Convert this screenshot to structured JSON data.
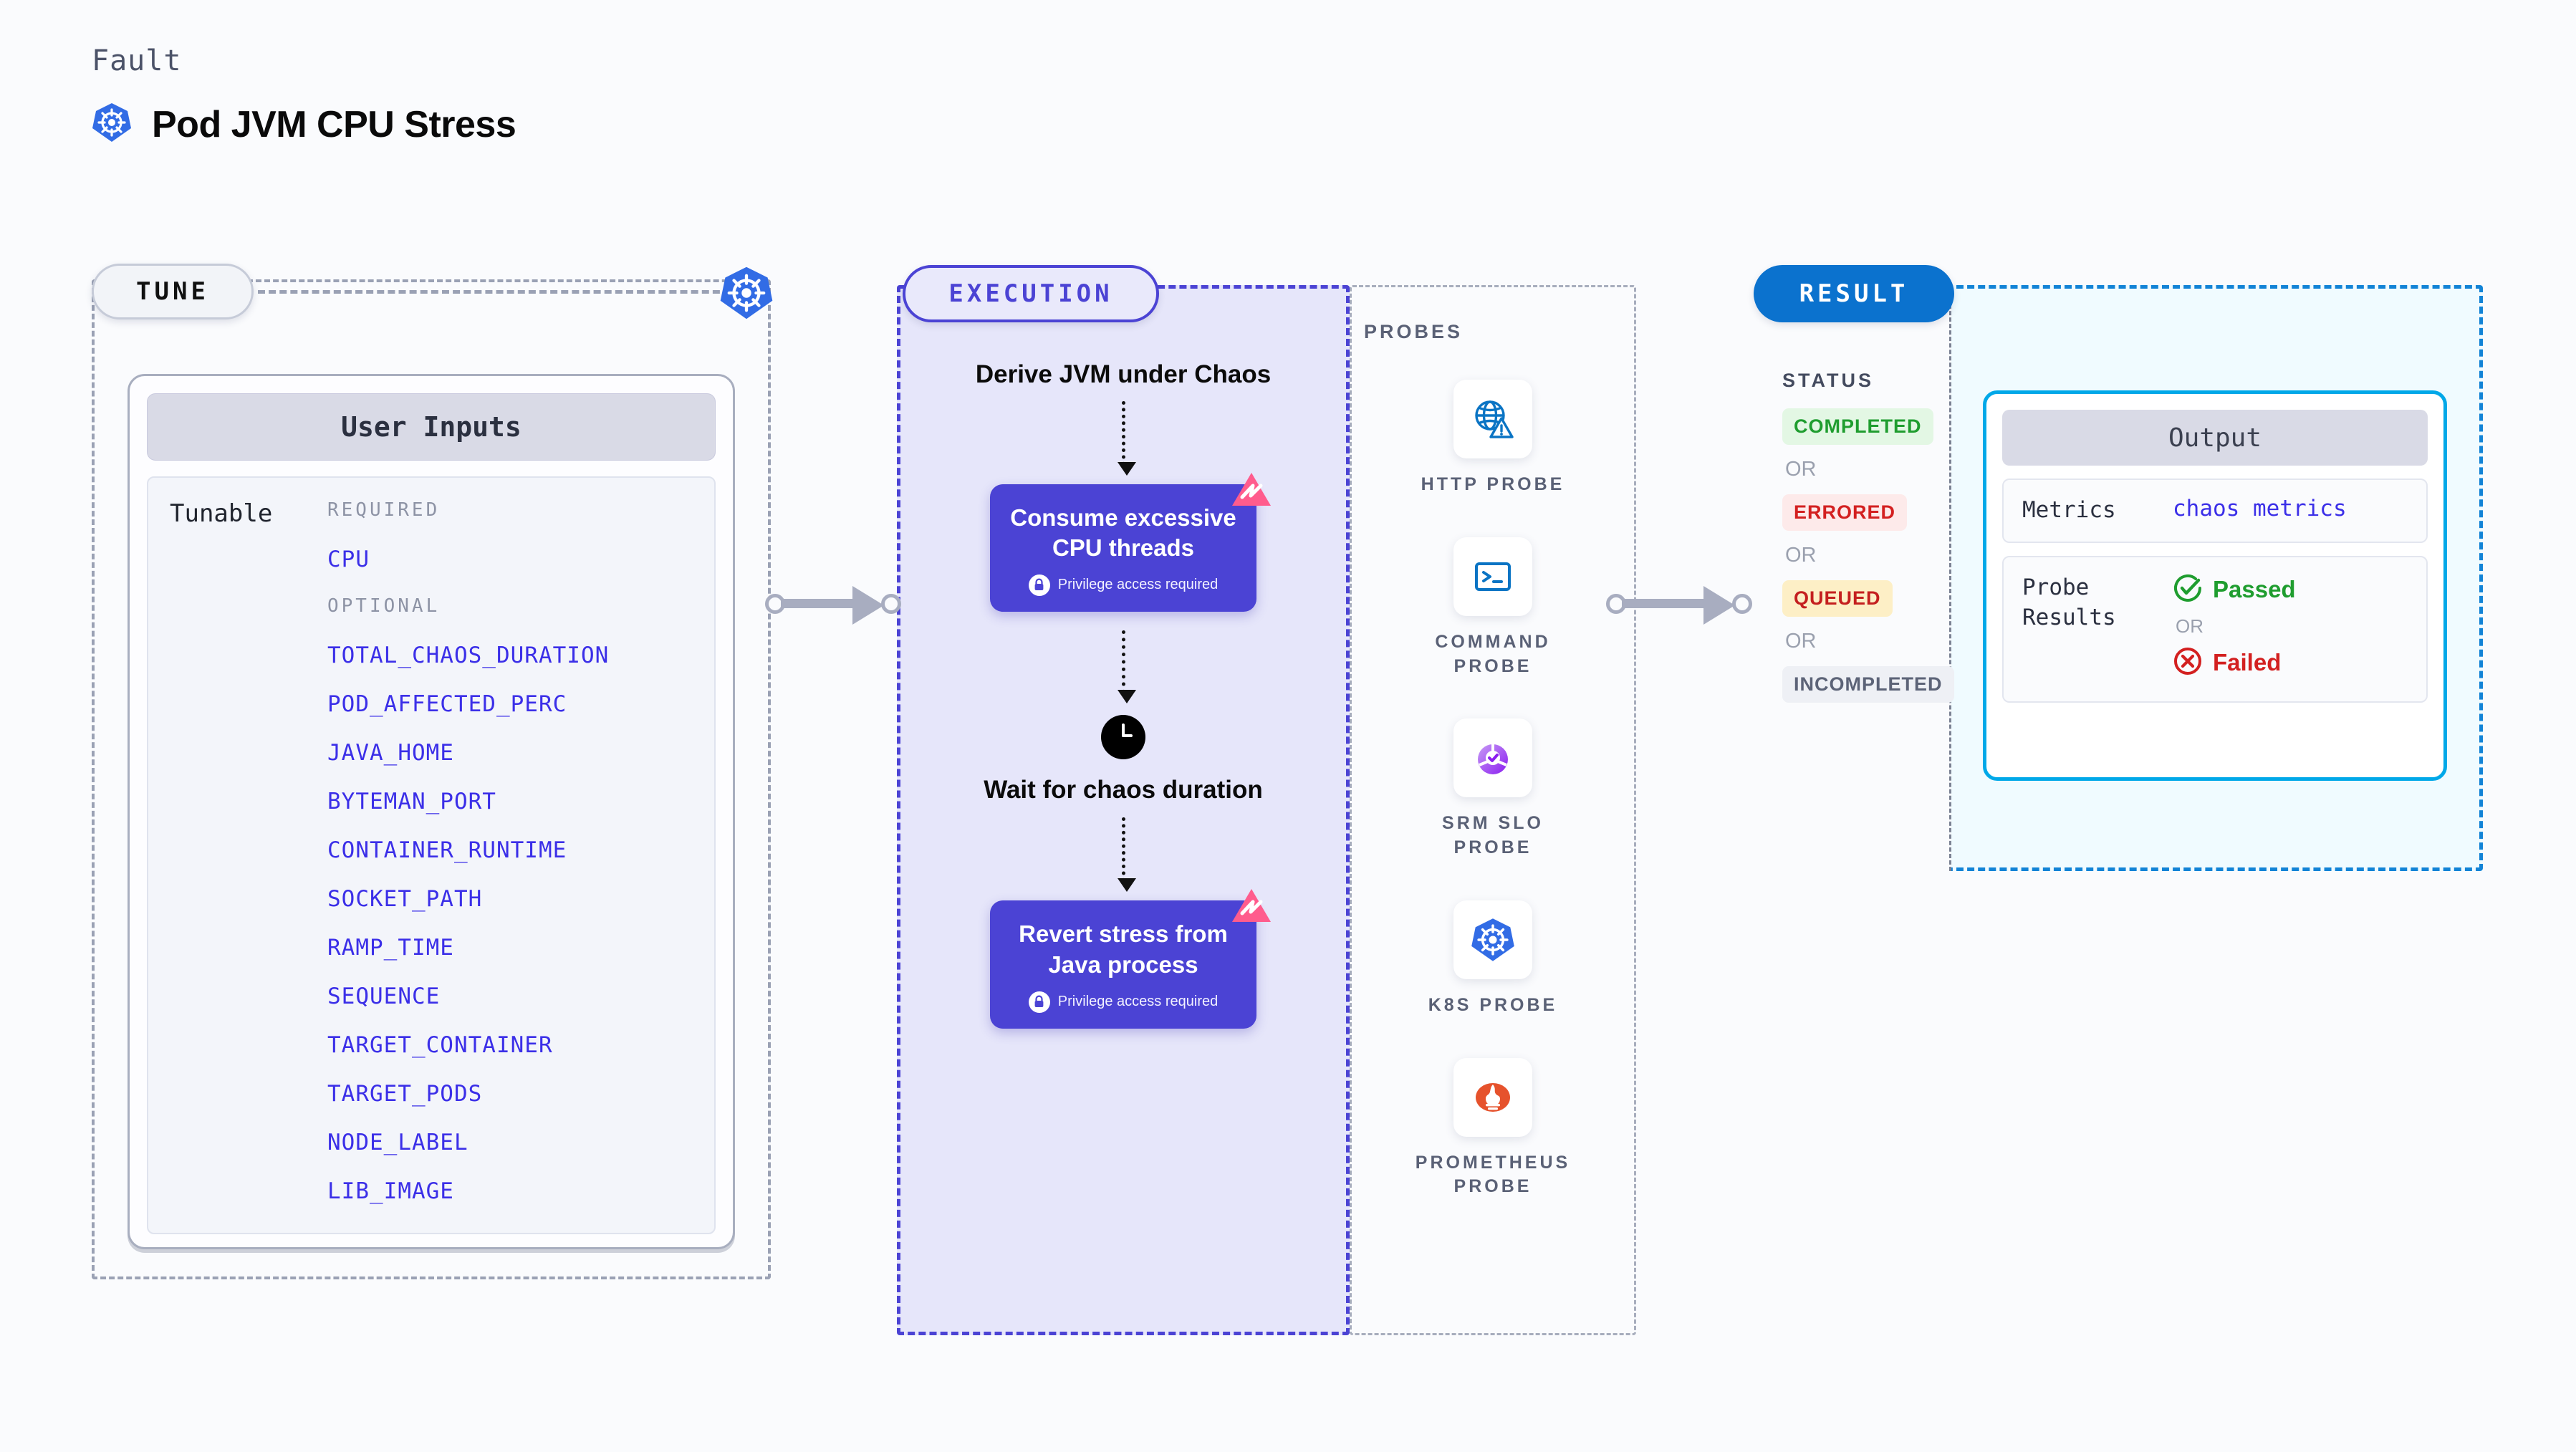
{
  "header": {
    "kicker": "Fault",
    "title": "Pod JVM CPU Stress",
    "icon": "kubernetes-icon"
  },
  "tune": {
    "pill_label": "TUNE",
    "platform_icon": "kubernetes-icon",
    "card_title": "User Inputs",
    "tunable_label": "Tunable",
    "groups": [
      {
        "heading": "REQUIRED",
        "params": [
          "CPU"
        ]
      },
      {
        "heading": "OPTIONAL",
        "params": [
          "TOTAL_CHAOS_DURATION",
          "POD_AFFECTED_PERC",
          "JAVA_HOME",
          "BYTEMAN_PORT",
          "CONTAINER_RUNTIME",
          "SOCKET_PATH",
          "RAMP_TIME",
          "SEQUENCE",
          "TARGET_CONTAINER",
          "TARGET_PODS",
          "NODE_LABEL",
          "LIB_IMAGE"
        ]
      }
    ]
  },
  "execution": {
    "pill_label": "EXECUTION",
    "steps": [
      {
        "type": "text",
        "label": "Derive JVM under Chaos"
      },
      {
        "type": "card",
        "label": "Consume excessive CPU threads",
        "note": "Privilege access required",
        "badge": "litmus-chaos-icon",
        "note_icon": "lock-icon"
      },
      {
        "type": "clock",
        "label": "Wait for chaos duration",
        "icon": "clock-icon"
      },
      {
        "type": "card",
        "label": "Revert stress from Java process",
        "note": "Privilege access required",
        "badge": "litmus-chaos-icon",
        "note_icon": "lock-icon"
      }
    ]
  },
  "probes": {
    "section_label": "PROBES",
    "items": [
      {
        "name": "HTTP PROBE",
        "icon": "globe-warning-icon"
      },
      {
        "name": "COMMAND PROBE",
        "icon": "terminal-icon"
      },
      {
        "name": "SRM SLO PROBE",
        "icon": "srm-slo-icon"
      },
      {
        "name": "K8S PROBE",
        "icon": "kubernetes-icon"
      },
      {
        "name": "PROMETHEUS PROBE",
        "icon": "prometheus-icon"
      }
    ]
  },
  "result": {
    "pill_label": "RESULT",
    "status_label": "STATUS",
    "or_label": "OR",
    "statuses": [
      {
        "label": "COMPLETED",
        "color": "#1f9d2f",
        "bg": "#e3f7e4"
      },
      {
        "label": "ERRORED",
        "color": "#d32020",
        "bg": "#fdeaea"
      },
      {
        "label": "QUEUED",
        "color": "#c41f1f",
        "bg": "#fdefc6"
      },
      {
        "label": "INCOMPLETED",
        "color": "#5c6377",
        "bg": "#eef0f5"
      }
    ],
    "output": {
      "title": "Output",
      "metrics_key": "Metrics",
      "metrics_value": "chaos metrics",
      "probe_results_key": "Probe Results",
      "passed_label": "Passed",
      "failed_label": "Failed",
      "or_label": "OR",
      "passed_icon": "check-circle-icon",
      "failed_icon": "x-circle-icon"
    }
  },
  "colors": {
    "execution_purple": "#4b43d4",
    "result_blue": "#0b72ce",
    "output_cyan": "#00a8e8",
    "param_blue": "#3b2fe8",
    "kubernetes_blue": "#326ce5",
    "litmus_pink": "#ff5c8d",
    "prometheus_orange": "#e6522c",
    "passed_green": "#1f9d2f",
    "failed_red": "#d32020"
  }
}
